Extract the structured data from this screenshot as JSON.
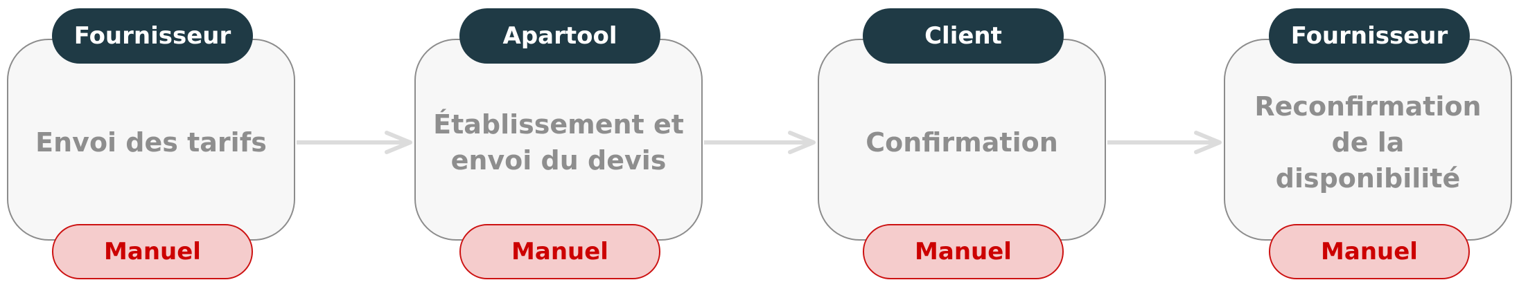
{
  "steps": [
    {
      "actor": "Fournisseur",
      "title": "Envoi des tarifs",
      "mode": "Manuel"
    },
    {
      "actor": "Apartool",
      "title": "Établissement et\nenvoi du devis",
      "mode": "Manuel"
    },
    {
      "actor": "Client",
      "title": "Confirmation",
      "mode": "Manuel"
    },
    {
      "actor": "Fournisseur",
      "title": "Reconfirmation\nde la\ndisponibilité",
      "mode": "Manuel"
    }
  ],
  "colors": {
    "actor_pill": "#1f3a45",
    "mode_pill_fill": "#f5cccc",
    "mode_pill_border": "#cc1111",
    "mode_text": "#cc0000",
    "card_fill": "#f7f7f7",
    "card_border": "#8c8c8c",
    "arrow": "#dcdcdc"
  }
}
